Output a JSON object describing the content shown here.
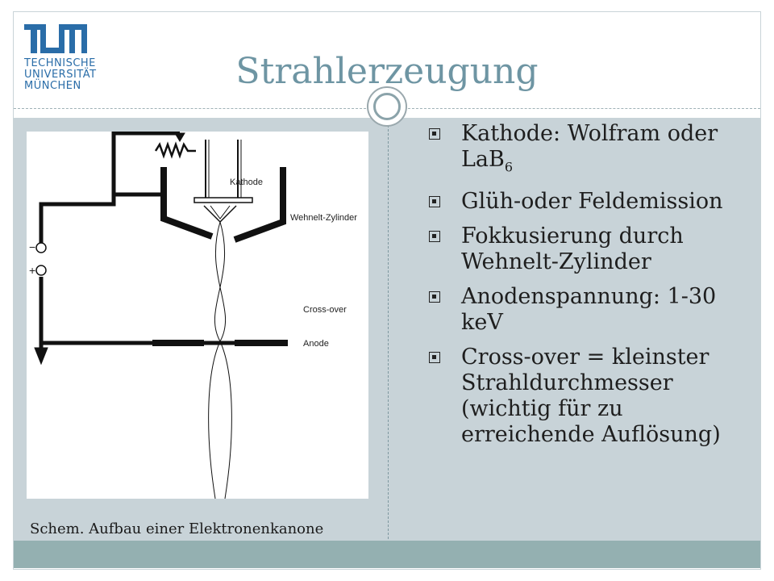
{
  "slide": {
    "title": "Strahlerzeugung",
    "caption": "Schem. Aufbau einer Elektronenkanone"
  },
  "logo": {
    "line1": "TECHNISCHE",
    "line2": "UNIVERSITÄT",
    "line3": "MÜNCHEN"
  },
  "bullets": [
    {
      "text": "Kathode: Wolfram oder LaB",
      "sub": "6"
    },
    {
      "text": "Glüh-oder Feldemission"
    },
    {
      "text": "Fokkusierung durch Wehnelt-Zylinder"
    },
    {
      "text": "Anodenspannung: 1-30 keV"
    },
    {
      "text": "Cross-over = kleinster Strahldurchmesser (wichtig für zu erreichende Auflösung)"
    }
  ],
  "diagram": {
    "label_kathode": "Kathode",
    "label_wehnelt": "Wehnelt-Zylinder",
    "label_crossover": "Cross-over",
    "label_anode": "Anode",
    "label_minus": "−",
    "label_plus": "+"
  },
  "colors": {
    "title": "#6e95a3",
    "content_bg": "#c8d3d8",
    "footer_bg": "#94b0b1",
    "logo_blue": "#2a6da8"
  }
}
